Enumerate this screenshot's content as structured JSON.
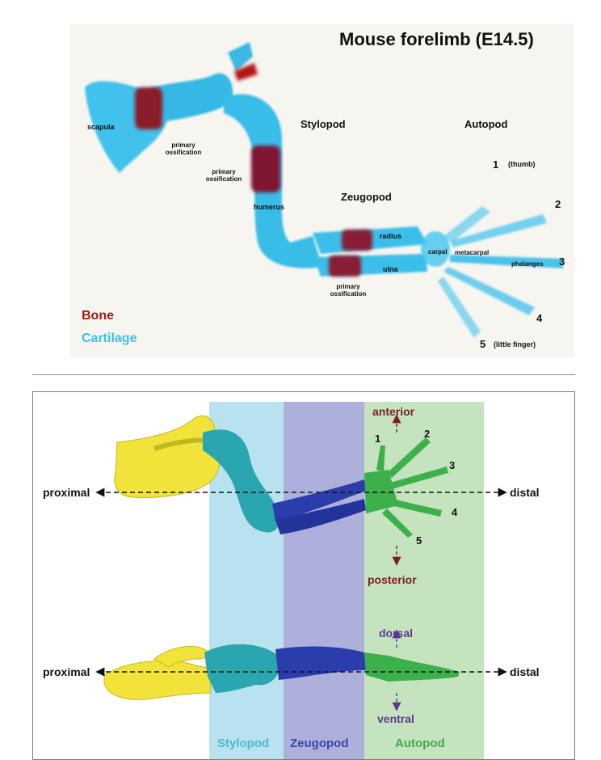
{
  "top": {
    "title": "Mouse forelimb (E14.5)",
    "labels": {
      "scapula": "scapula",
      "primary_ossification_1": "primary ossification",
      "primary_ossification_2": "primary ossification",
      "primary_ossification_3": "primary ossification",
      "humerus": "humerus",
      "radius": "radius",
      "ulna": "ulna",
      "carpal": "carpal",
      "metacarpal": "metacarpal",
      "phalanges": "phalanges",
      "stylopod": "Stylopod",
      "zeugopod": "Zeugopod",
      "autopod": "Autopod",
      "digit_1": "1",
      "digit_1_note": "(thumb)",
      "digit_2": "2",
      "digit_3": "3",
      "digit_4": "4",
      "digit_5": "5",
      "digit_5_note": "(little finger)"
    },
    "legend": {
      "bone": "Bone",
      "cartilage": "Cartilage"
    },
    "colors": {
      "bone": "#9c1a1a",
      "cartilage": "#3cc0ea",
      "background": "#f7f5f0"
    }
  },
  "bottom": {
    "axes": {
      "proximal_upper": "proximal",
      "distal_upper": "distal",
      "anterior": "anterior",
      "posterior": "posterior",
      "proximal_lower": "proximal",
      "distal_lower": "distal",
      "dorsal": "dorsal",
      "ventral": "ventral"
    },
    "digits": [
      "1",
      "2",
      "3",
      "4",
      "5"
    ],
    "regions": [
      {
        "label": "Stylopod",
        "color": "#b9e2ef",
        "text_color": "#4fb8d4"
      },
      {
        "label": "Zeugopod",
        "color": "#aeb0dc",
        "text_color": "#3b47a8"
      },
      {
        "label": "Autopod",
        "color": "#c6e3c0",
        "text_color": "#3faa4a"
      }
    ],
    "colors": {
      "scapula": "#f2e33a",
      "humerus": "#2aa6b0",
      "radius_ulna": "#2b3dab",
      "autopod": "#3cb04a",
      "anterior_posterior_arrow": "#7a1f1f",
      "dorsal_ventral_arrow": "#5b3a8f"
    }
  }
}
